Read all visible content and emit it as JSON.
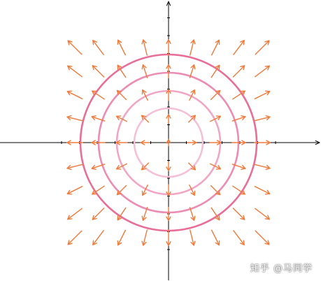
{
  "figure": {
    "description_type": "vector-field-with-level-circles",
    "arrow_color": "#f07a3a",
    "axis_color": "#000000",
    "circle_colors": [
      "#f5c0d6",
      "#f0a6c4",
      "#ec8cb2",
      "#e86e98"
    ],
    "field_grid": {
      "cols": [
        -4,
        -3,
        -2,
        -1,
        0,
        1,
        2,
        3,
        4
      ],
      "rows": [
        4,
        3,
        2,
        1,
        0,
        -1,
        -2,
        -3,
        -4
      ]
    }
  },
  "watermark": {
    "text": "知乎 @马同学"
  }
}
